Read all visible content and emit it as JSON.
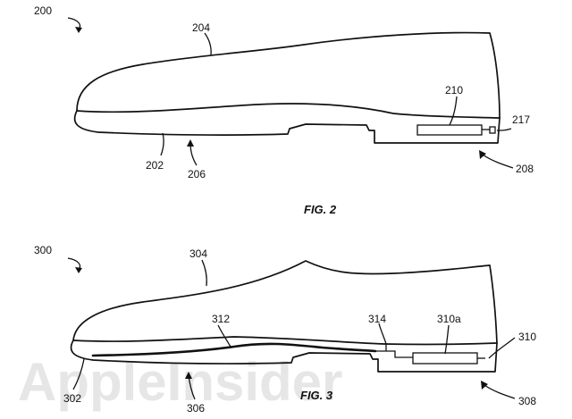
{
  "watermark": "AppleInsider",
  "figures": [
    {
      "caption": "FIG. 2",
      "refs": {
        "main": "200",
        "upper": "204",
        "sole": "202",
        "bottom": "206",
        "module": "210",
        "connector": "217",
        "heel": "208"
      }
    },
    {
      "caption": "FIG. 3",
      "refs": {
        "main": "300",
        "upper": "304",
        "channel": "312",
        "post": "314",
        "module_a": "310a",
        "module": "310",
        "sole": "302",
        "bottom": "306",
        "heel": "308"
      }
    }
  ]
}
